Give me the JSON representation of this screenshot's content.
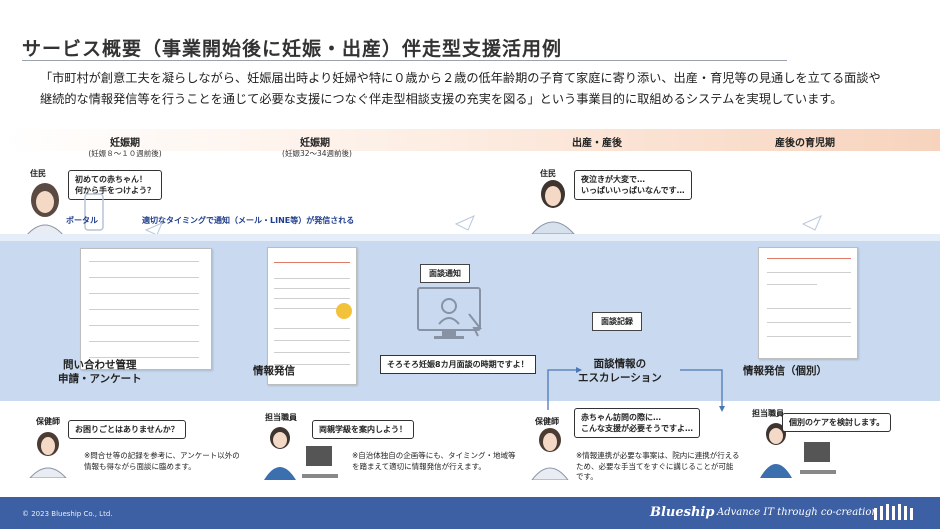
{
  "title": "サービス概要（事業開始後に妊娠・出産）伴走型支援活用例",
  "lead": "「市町村が創意工夫を凝らしながら、妊娠届出時より妊婦や特に０歳から２歳の低年齢期の子育て家庭に寄り添い、出産・育児等の見通しを立てる面談や継続的な情報発信等を行うことを通じて必要な支援につなぐ伴走型相談支援の充実を図る」という事業目的に取組めるシステムを実現しています。",
  "phases": [
    {
      "label": "妊娠期",
      "sub": "(妊娠８～１０週前後)"
    },
    {
      "label": "妊娠期",
      "sub": "(妊娠32～34週前後)"
    },
    {
      "label": "出産・産後",
      "sub": ""
    },
    {
      "label": "産後の育児期",
      "sub": ""
    }
  ],
  "top": {
    "resident_label_1": "住民",
    "bubble_1": "初めての赤ちゃん！\n何から手をつけよう？",
    "portal": "ポータル",
    "notice": "適切なタイミングで通知（メール・LINE等）が発信される",
    "resident_label_2": "住民",
    "bubble_2": "夜泣きが大変で…\nいっぱいいっぱいなんです…"
  },
  "middle": {
    "meeting_notice_tag": "面談通知",
    "meeting_record_tag": "面談記録",
    "stage_1": "問い合わせ管理\n申請・アンケート",
    "stage_2": "情報発信",
    "stage_3_callout": "そろそろ妊娠8カ月面談の時期ですよ！",
    "stage_4": "面談情報の\nエスカレーション",
    "stage_5": "情報発信（個別）"
  },
  "bottom": {
    "staff_1_label": "保健師",
    "staff_1_bubble": "お困りごとはありませんか？",
    "staff_1_note": "※問合せ等の記録を参考に、アンケート以外の情報も得ながら面談に臨めます。",
    "staff_2_label": "担当職員",
    "staff_2_bubble": "両親学級を案内しよう！",
    "staff_2_note": "※自治体独自の企画等にも、タイミング・地域等を踏まえて適切に情報発信が行えます。",
    "staff_3_label": "保健師",
    "staff_3_bubble": "赤ちゃん訪問の際に…\nこんな支援が必要そうですよ…",
    "staff_3_note": "※情報連携が必要な事案は、院内に連携が行えるため、必要な手当てをすぐに講じることが可能です。",
    "staff_4_label": "担当職員",
    "staff_4_bubble": "個別のケアを検討します。"
  },
  "footer": {
    "copyright": "© 2023  Blueship Co., Ltd.",
    "brand": "Blueship",
    "tagline": "Advance IT through co-creation"
  },
  "colors": {
    "footer_bg": "#3d5fa3",
    "band_bg": "#c9daf0",
    "phase_grad_end": "#f7d3bd"
  }
}
